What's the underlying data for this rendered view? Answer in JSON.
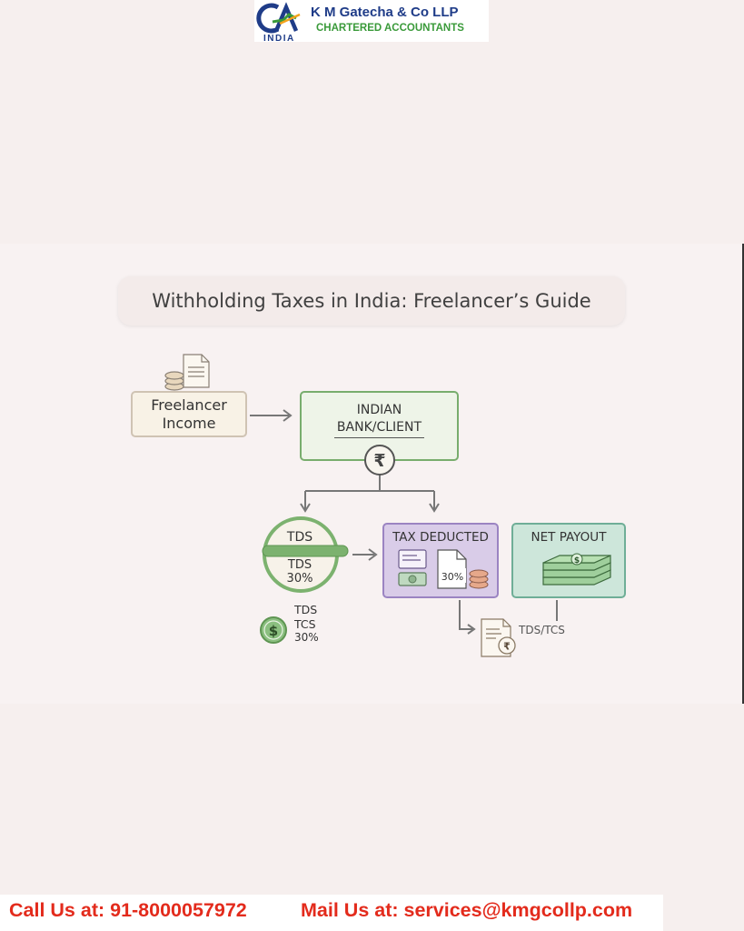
{
  "header": {
    "logo_mark": "CA",
    "logo_country": "INDIA",
    "firm_name": "K M Gatecha & Co LLP",
    "tagline": "CHARTERED ACCOUNTANTS"
  },
  "infographic": {
    "title": "Withholding Taxes in India: Freelancer’s Guide",
    "freelancer": {
      "line1": "Freelancer",
      "line2": "Income"
    },
    "bank": {
      "line1": "INDIAN",
      "line2": "BANK/CLIENT",
      "symbol": "₹"
    },
    "tds_badge": {
      "top": "TDS",
      "bottom_line1": "TDS",
      "bottom_line2": "30%"
    },
    "side_note": {
      "icon_symbol": "$",
      "line1": "TDS",
      "line2": "TCS",
      "line3": "30%"
    },
    "tax_deducted": {
      "label": "TAX DEDUCTED",
      "percent": "30%"
    },
    "net_payout": {
      "label": "NET PAYOUT",
      "symbol": "$"
    },
    "document_label": "TDS/TCS",
    "document_symbol": "₹"
  },
  "footer": {
    "call": "Call Us at: 91-8000057972",
    "mail": "Mail Us at: services@kmgcollp.com"
  },
  "colors": {
    "background": "#f6efee",
    "firm_blue": "#1f3c88",
    "tagline_green": "#3a9a3a",
    "bank_green": "#78ad6d",
    "tax_purple": "#9b84c2",
    "net_teal": "#6fae97",
    "footer_red": "#e32b1c"
  },
  "icons": [
    "document-icon",
    "coins-icon",
    "rupee-icon",
    "arrow-icon",
    "tds-badge-icon",
    "dollar-coin-icon",
    "id-card-icon",
    "cash-stack-icon",
    "receipt-icon"
  ]
}
